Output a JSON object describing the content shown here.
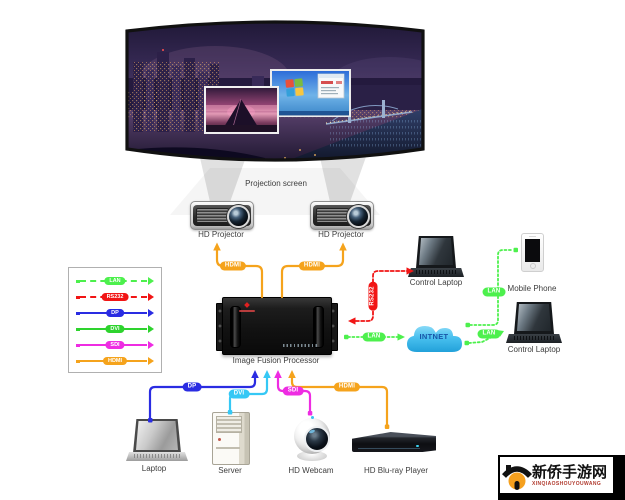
{
  "screen": {
    "label": "Projection screen"
  },
  "projectors": {
    "left": "HD Projector",
    "right": "HD Projector"
  },
  "processor": {
    "label": "Image Fusion Processor"
  },
  "devices": {
    "laptop": "Laptop",
    "server": "Server",
    "webcam": "HD Webcam",
    "bluray": "HD Blu-ray Player",
    "control_laptop_top": "Control Laptop",
    "control_laptop_bottom": "Control Laptop",
    "mobile_phone": "Mobile Phone",
    "cloud": "INTNET"
  },
  "pills": {
    "hdmi": "HDMI",
    "dp": "DP",
    "dvi": "DVI",
    "sdi": "SDI",
    "lan": "LAN",
    "rs232": "RS232"
  },
  "legend": {
    "items": [
      {
        "label": "LAN",
        "color": "#4df04d",
        "line_style": "dashed"
      },
      {
        "label": "RS232",
        "color": "#f11515",
        "line_style": "dashed"
      },
      {
        "label": "DP",
        "color": "#2a2ce2",
        "line_style": "solid"
      },
      {
        "label": "DVI",
        "color": "#2ed32e",
        "line_style": "solid"
      },
      {
        "label": "SDI",
        "color": "#ee2ce2",
        "line_style": "solid"
      },
      {
        "label": "HDMI",
        "color": "#f5a31c",
        "line_style": "solid"
      }
    ]
  },
  "colors": {
    "lan": "#4df04d",
    "rs232": "#f11515",
    "dp": "#2a2ce2",
    "dvi": "#2ed32e",
    "dvi_line": "#35c8f5",
    "sdi": "#ee2ce2",
    "hdmi": "#f5a31c",
    "cloud": "#45c3f0",
    "cloud_text": "#1856a8",
    "watermark_orange": "#f5a01e",
    "watermark_subtitle": "#b03a2e"
  },
  "watermark": {
    "title": "新侨手游网",
    "subtitle": "XINQIAOSHOUYOUWANG"
  }
}
